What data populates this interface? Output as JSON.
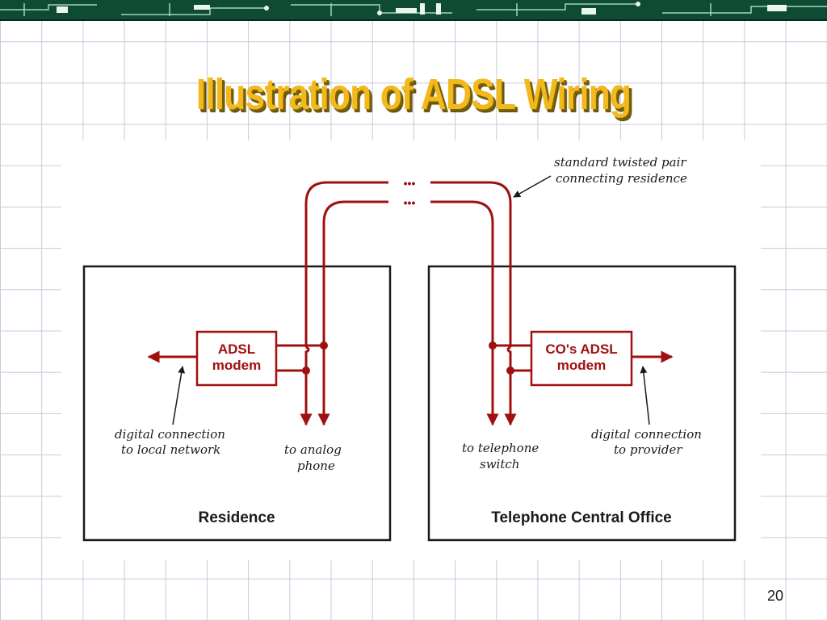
{
  "slide": {
    "title": "Illustration of ADSL Wiring",
    "number": "20"
  },
  "diagram": {
    "residence_label": "Residence",
    "central_office_label": "Telephone Central Office",
    "adsl_modem": {
      "line1": "ADSL",
      "line2": "modem"
    },
    "co_modem": {
      "line1": "CO's ADSL",
      "line2": "modem"
    },
    "twisted_pair_note": {
      "line1": "standard twisted pair",
      "line2": "connecting residence"
    },
    "local_network_note": {
      "line1": "digital connection",
      "line2": "to local network"
    },
    "analog_phone_note": {
      "line1": "to analog",
      "line2": "phone"
    },
    "telephone_switch_note": {
      "line1": "to telephone",
      "line2": "switch"
    },
    "provider_note": {
      "line1": "digital connection",
      "line2": "to provider"
    },
    "continuation_marks": "•••"
  },
  "colors": {
    "wire": "#a01010",
    "title": "#f2b81c",
    "banner": "#0f4a34",
    "grid": "#c9c9dc"
  }
}
